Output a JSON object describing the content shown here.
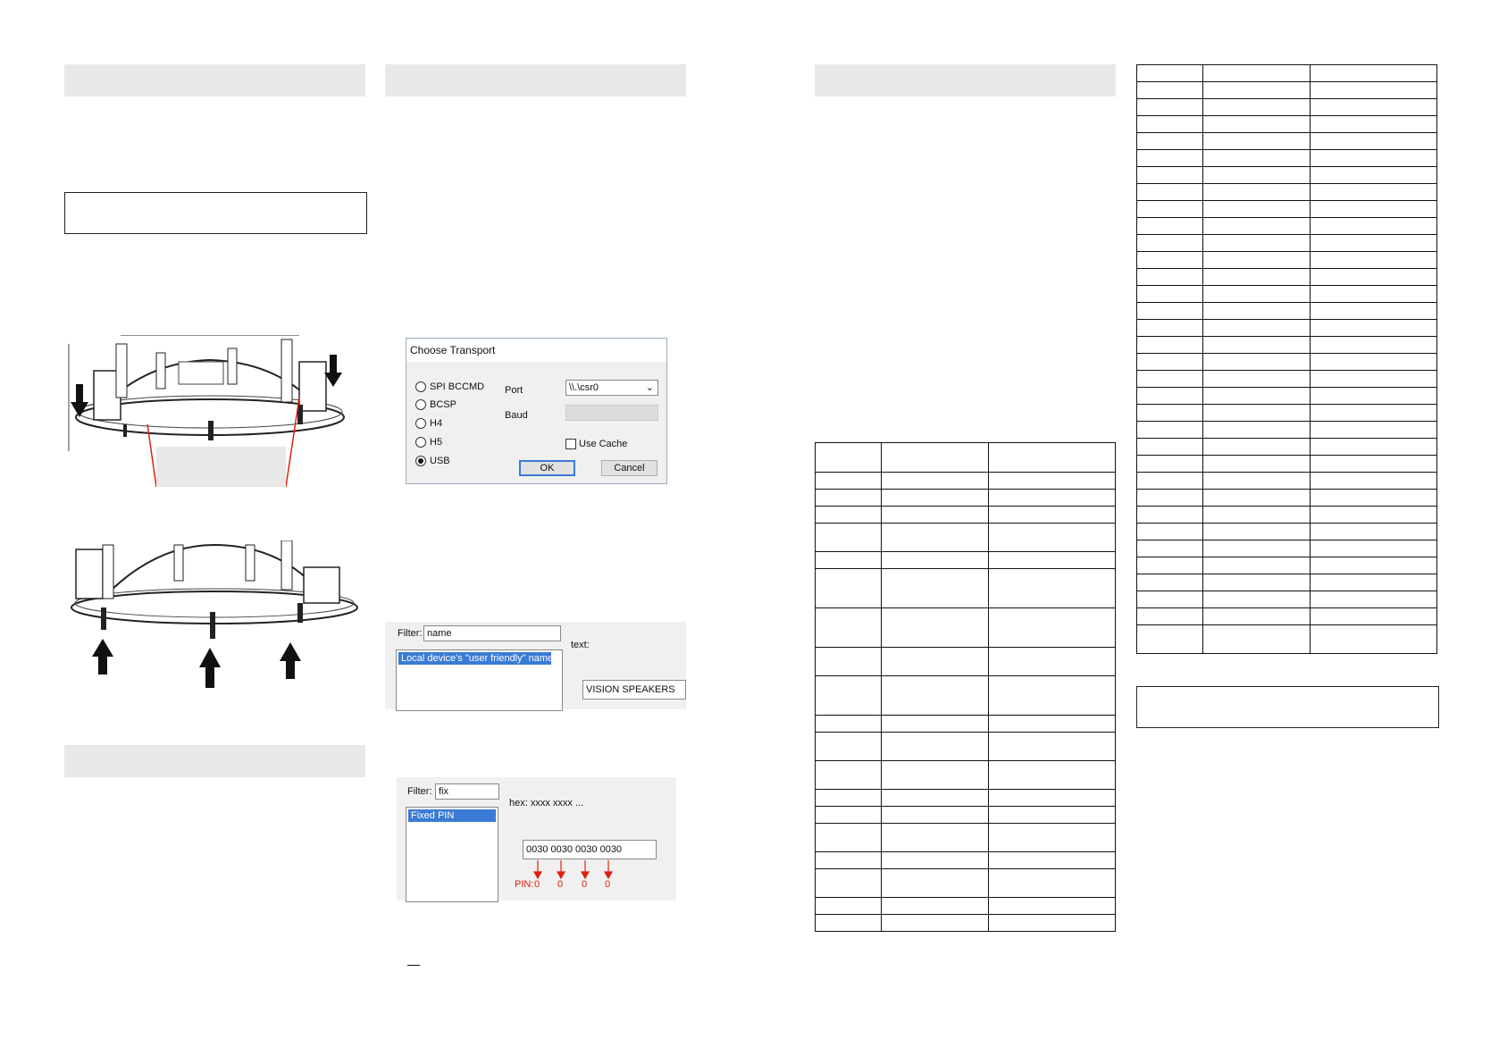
{
  "dialog": {
    "title": "Choose Transport",
    "options": [
      "SPI BCCMD",
      "BCSP",
      "H4",
      "H5",
      "USB"
    ],
    "selected_option": "USB",
    "port_label": "Port",
    "port_value": "\\\\.\\csr0",
    "baud_label": "Baud",
    "use_cache_label": "Use Cache",
    "ok_label": "OK",
    "cancel_label": "Cancel"
  },
  "filter_name": {
    "filter_label": "Filter:",
    "filter_value": "name",
    "list_item": "Local device's \"user friendly\" name",
    "text_label": "text:",
    "text_value": "VISION SPEAKERS"
  },
  "filter_pin": {
    "filter_label": "Filter:",
    "filter_value": "fix",
    "list_item": "Fixed PIN",
    "hex_label": "hex: xxxx xxxx ...",
    "hex_value": "0030 0030 0030 0030",
    "pin_label": "PIN:",
    "pin_digits": [
      "0",
      "0",
      "0",
      "0"
    ]
  },
  "colors": {
    "header_grey": "#e8e8e8",
    "selection_blue": "#3a7bd5",
    "annotation_red": "#d21"
  },
  "icons": [
    "down-arrow-icon",
    "up-arrow-icon",
    "radio-icon",
    "checkbox-icon",
    "dropdown-chevron-icon"
  ]
}
